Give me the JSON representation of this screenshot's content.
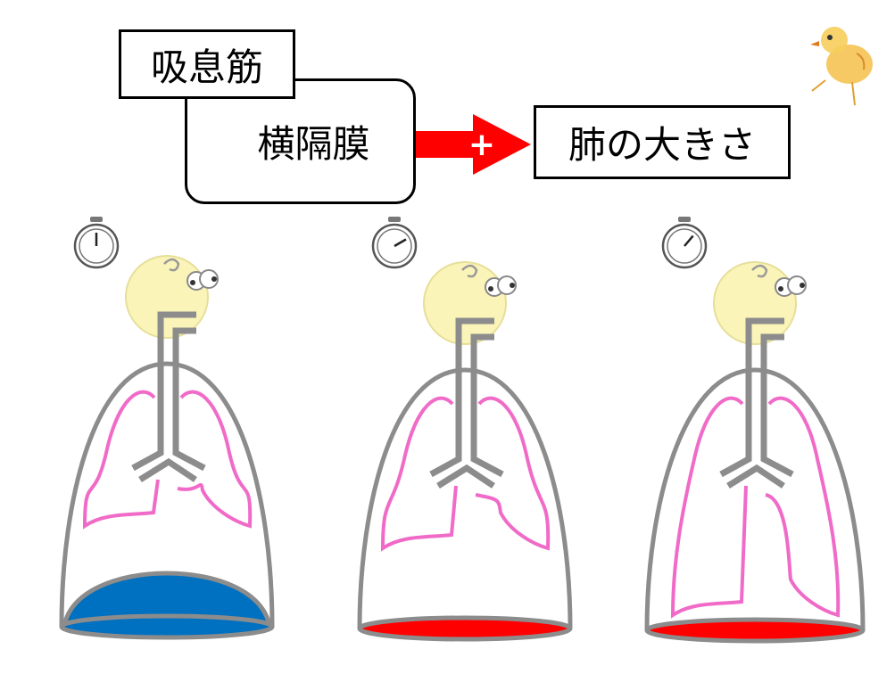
{
  "labels": {
    "inspiratory_muscles": "吸息筋",
    "diaphragm": "横隔膜",
    "lung_size": "肺の大きさ",
    "relation_sign": "+"
  },
  "colors": {
    "arrow": "#ff0000",
    "diaphragm_relaxed": "#0070c0",
    "diaphragm_contracted": "#ff0000",
    "lung_outline": "#f06bc8",
    "body_outline": "#8c8c8c"
  },
  "panels": [
    {
      "state": "relaxed",
      "diaphragm_color": "#0070c0"
    },
    {
      "state": "contracting",
      "diaphragm_color": "#ff0000"
    },
    {
      "state": "contracted",
      "diaphragm_color": "#ff0000"
    }
  ]
}
